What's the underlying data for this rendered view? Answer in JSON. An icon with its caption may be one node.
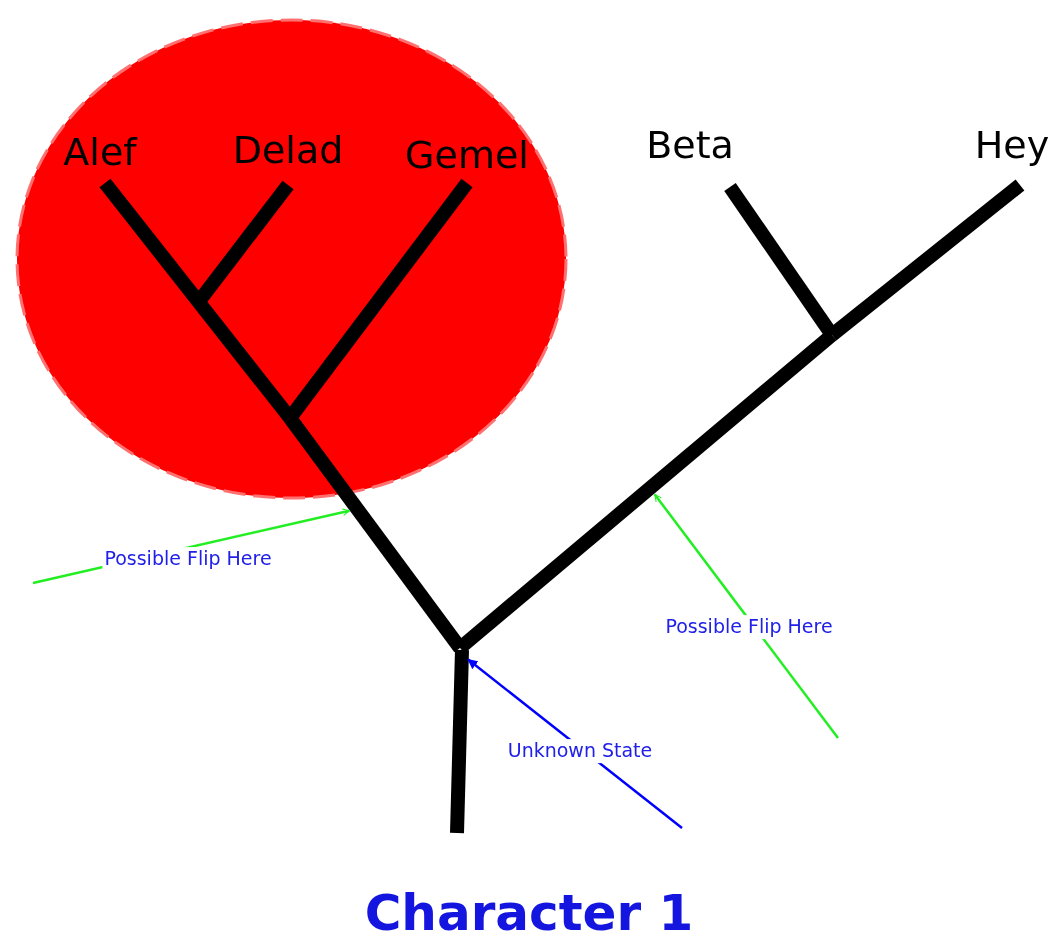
{
  "diagram": {
    "title": "Character 1",
    "nodes": [
      {
        "text": [],
        "shape": "circle"
      },
      {
        "text": [
          "Alef"
        ],
        "in": 0
      },
      {
        "text": [
          "Delad"
        ],
        "in": 0
      },
      {
        "text": [
          "Gemel"
        ],
        "in": 0
      },
      {
        "text": [
          "Beta"
        ]
      },
      {
        "text": [
          "Hey"
        ]
      },
      {
        "text": [],
        "shape": "bar"
      },
      {
        "text": [],
        "shape": "bar"
      },
      {
        "text": [],
        "shape": "bar"
      }
    ],
    "edges": [
      {
        "from": null,
        "to": 6,
        "arrow": "to",
        "label": "Possible Flip Here"
      },
      {
        "from": null,
        "to": 7,
        "arrow": "to",
        "label": "Possible Flip Here"
      },
      {
        "from": null,
        "to": 8,
        "arrow": "to",
        "label": "Unknown State",
        "color": "#0000ff"
      }
    ]
  }
}
